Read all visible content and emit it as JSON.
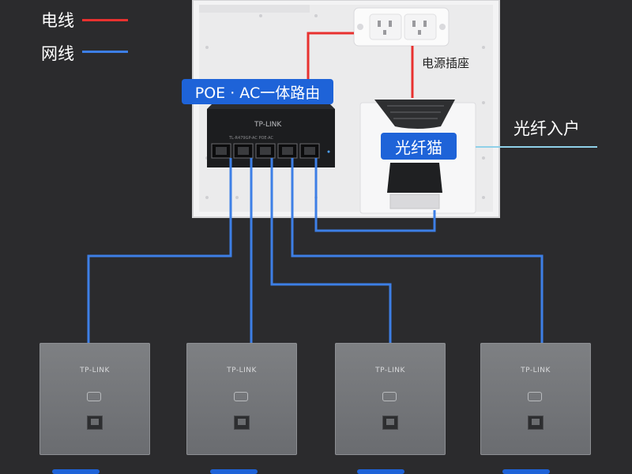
{
  "legend": {
    "power_label": "电线",
    "network_label": "网线",
    "power_color": "#e8312f",
    "network_color": "#3d7fe6"
  },
  "labels": {
    "router": "POE · AC一体路由",
    "outlet": "电源插座",
    "modem": "光纤猫",
    "fiber_in": "光纤入户"
  },
  "router": {
    "brand": "TP-LINK",
    "model": "TL-R479GP-AC POE·AC"
  },
  "access_points": [
    {
      "brand": "TP-LINK"
    },
    {
      "brand": "TP-LINK"
    },
    {
      "brand": "TP-LINK"
    },
    {
      "brand": "TP-LINK"
    }
  ],
  "colors": {
    "background": "#2b2b2d",
    "label_blue": "#1e63d8",
    "box_white": "#f2f2f2",
    "fiber_line": "#8fd0e8"
  }
}
